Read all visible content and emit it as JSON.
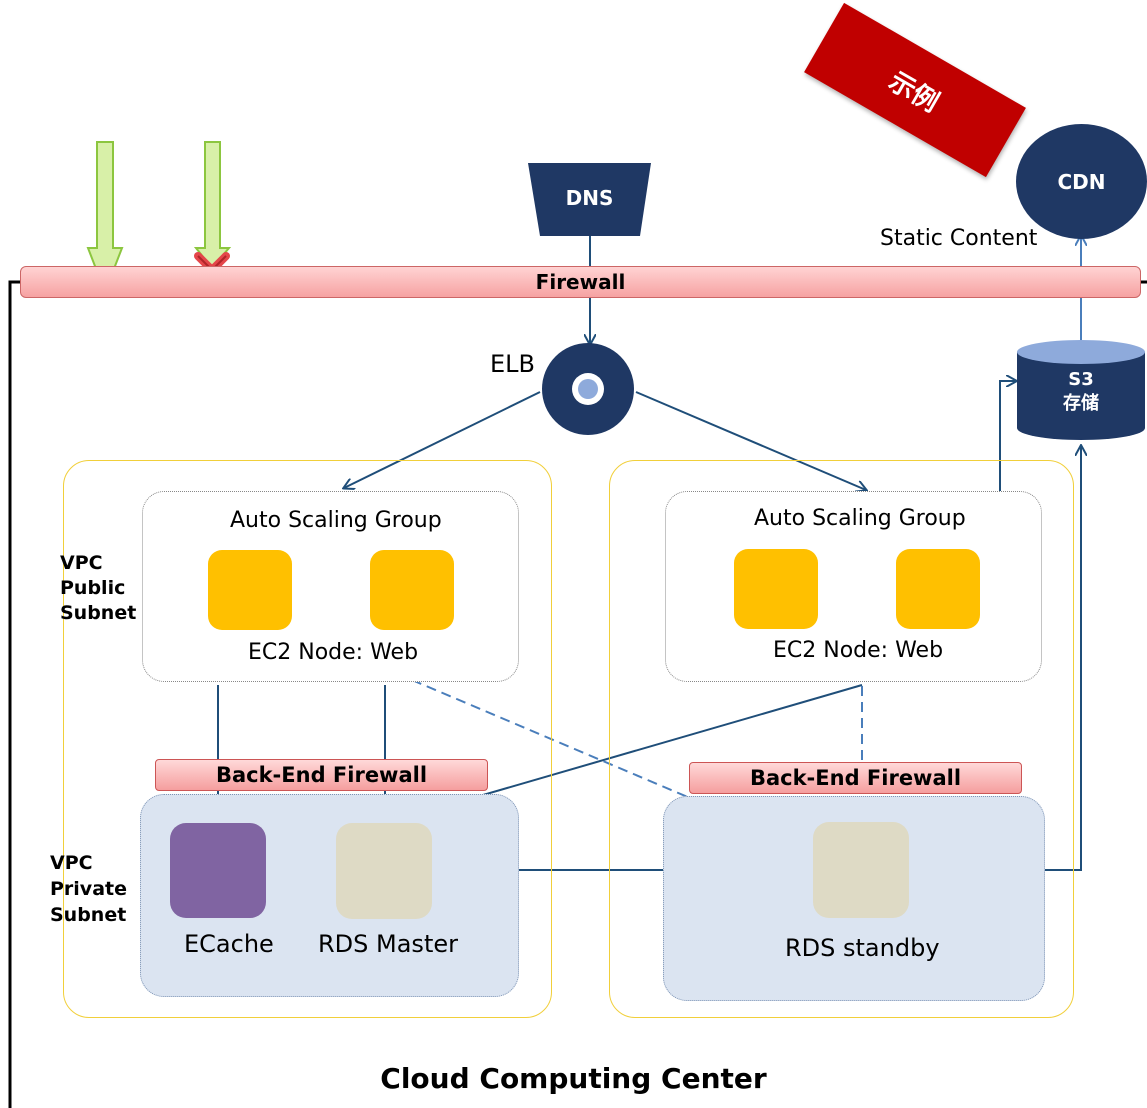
{
  "stamp": {
    "label": "示例"
  },
  "dns": {
    "label": "DNS"
  },
  "cdn": {
    "label": "CDN",
    "caption": "Static Content"
  },
  "firewall": {
    "label": "Firewall"
  },
  "elb": {
    "label": "ELB"
  },
  "s3": {
    "title": "S3",
    "subtitle": "存储"
  },
  "vpc_public": {
    "label": [
      "VPC",
      "Public",
      "Subnet"
    ]
  },
  "vpc_private": {
    "label": [
      "VPC",
      "Private",
      "Subnet"
    ]
  },
  "left_zone": {
    "asg_title": "Auto Scaling Group",
    "ec2_label": "EC2 Node: Web",
    "backend_firewall": "Back-End Firewall",
    "ecache": "ECache",
    "rds": "RDS Master"
  },
  "right_zone": {
    "asg_title": "Auto Scaling Group",
    "ec2_label": "EC2 Node: Web",
    "backend_firewall": "Back-End Firewall",
    "rds": "RDS standby"
  },
  "footer": {
    "title": "Cloud Computing Center"
  },
  "colors": {
    "arrow": "#1f4e79",
    "dashed": "#4472c4",
    "firewall": "#f4a6a6",
    "ec2": "#ffc000",
    "ecache": "#8064a2",
    "rds": "#ddd9c3",
    "dark": "#1f3864",
    "stamp": "#c00000"
  }
}
